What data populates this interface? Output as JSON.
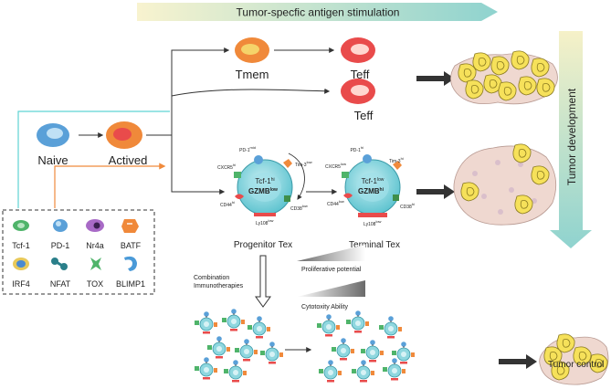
{
  "banner": {
    "text": "Tumor-specfic    antigen    stimulation"
  },
  "side_banner": {
    "text": "Tumor   development"
  },
  "cells": {
    "naive": "Naive",
    "actived": "Actived",
    "tmem": "Tmem",
    "teff_top": "Teff",
    "teff_mid": "Teff",
    "progenitor": "Progenitor Tex",
    "terminal": "Terminal Tex"
  },
  "progenitor_markers": {
    "core1": "Tcf-1",
    "core1_sup": "hi",
    "core2": "GZMB",
    "core2_sup": "low",
    "pd1": "PD-1",
    "pd1_sup": "mid",
    "tim3": "Tim-3",
    "tim3_sup": "low",
    "cxcr5": "CXCR5",
    "cxcr5_sup": "hi",
    "cd44": "CD44",
    "cd44_sup": "hi",
    "cd38": "CD38",
    "cd38_sup": "low",
    "ly108": "Ly108",
    "ly108_sup": "low"
  },
  "terminal_markers": {
    "core1": "Tcf-1",
    "core1_sup": "low",
    "core2": "GZMB",
    "core2_sup": "hi",
    "pd1": "PD-1",
    "pd1_sup": "hi",
    "tim3": "Tim-3",
    "tim3_sup": "hi",
    "cxcr5": "CXCR5",
    "cxcr5_sup": "low",
    "cd44": "CD44",
    "cd44_sup": "low",
    "cd38": "CD38",
    "cd38_sup": "hi",
    "ly108": "Ly108",
    "ly108_sup": "low"
  },
  "legend": {
    "items": [
      {
        "label": "Tcf-1",
        "icon": "tcf1-icon"
      },
      {
        "label": "PD-1",
        "icon": "pd1-icon"
      },
      {
        "label": "Nr4a",
        "icon": "nr4a-icon"
      },
      {
        "label": "BATF",
        "icon": "batf-icon"
      },
      {
        "label": "IRF4",
        "icon": "irf4-icon"
      },
      {
        "label": "NFAT",
        "icon": "nfat-icon"
      },
      {
        "label": "TOX",
        "icon": "tox-icon"
      },
      {
        "label": "BLIMP1",
        "icon": "blimp1-icon"
      }
    ]
  },
  "therapy": {
    "line1": "Combination",
    "line2": "Immunotherapies"
  },
  "gradients": {
    "proliferative": "Proliferative potential",
    "cytotoxicity": "Cytotoxity Ability"
  },
  "outcome": {
    "tumor_control": "Tumor control"
  },
  "colors": {
    "banner_start": "#f7f1c8",
    "banner_end": "#8fd0cf",
    "tex_cell": "#7fd0d8",
    "teff_outer": "#e94b4b",
    "tmem_outer": "#f0893a",
    "naive_outer": "#5aa0d8",
    "tumor": "#efd8d0",
    "tcell_yellow": "#f6e15a",
    "arrow_teal": "#5fd3d3",
    "arrow_orange": "#f08a3c"
  }
}
